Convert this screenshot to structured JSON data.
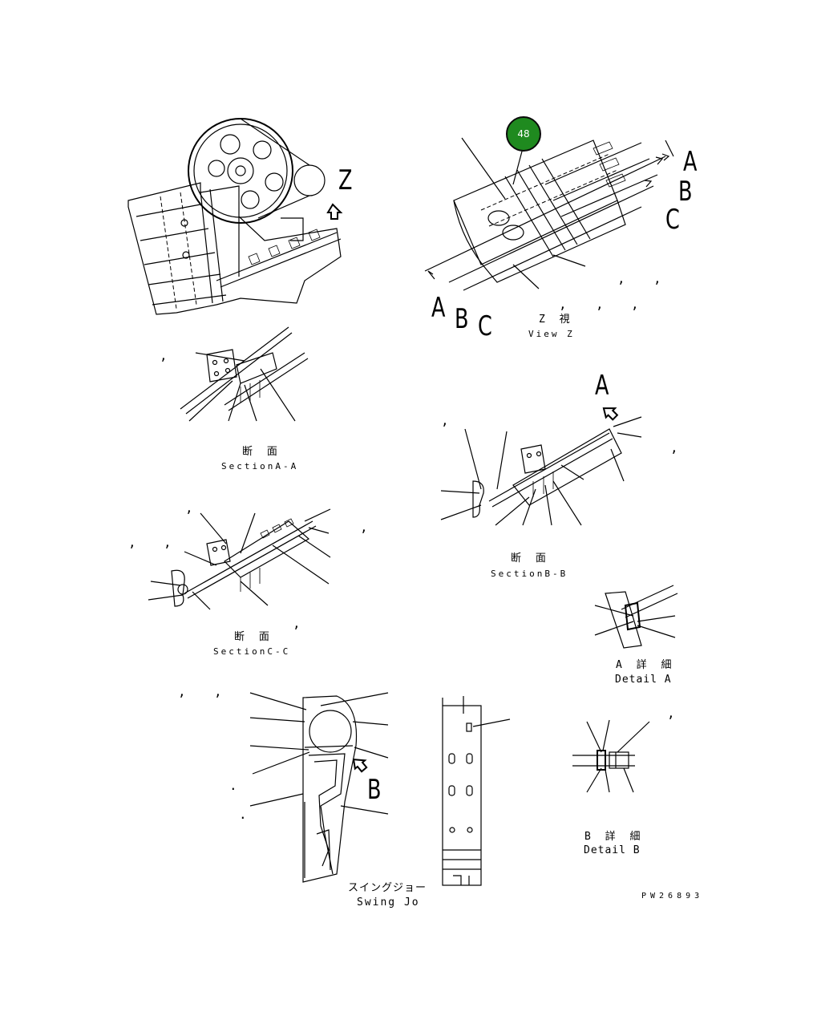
{
  "callout": {
    "number": "48",
    "color": "#1f8a1f"
  },
  "view_z": {
    "marker_z": "Z",
    "section_letters": [
      "A",
      "B",
      "C"
    ],
    "title_jp": "Z 視",
    "title_en": "View Z"
  },
  "section_aa": {
    "title_jp": "断 面",
    "title_en": "SectionA-A"
  },
  "section_bb": {
    "marker": "A",
    "title_jp": "断 面",
    "title_en": "SectionB-B"
  },
  "section_cc": {
    "title_jp": "断 面",
    "title_en": "SectionC-C"
  },
  "detail_a": {
    "title_jp": "A 詳 細",
    "title_en": "Detail A"
  },
  "detail_b": {
    "title_jp": "B 詳 細",
    "title_en": "Detail B"
  },
  "swing_jaw": {
    "marker": "B",
    "title_jp": "スイングジョー",
    "title_en": "Swing Jo"
  },
  "drawing_number": "PW26893",
  "punctuation": {
    "comma": ",",
    "dot": "."
  }
}
